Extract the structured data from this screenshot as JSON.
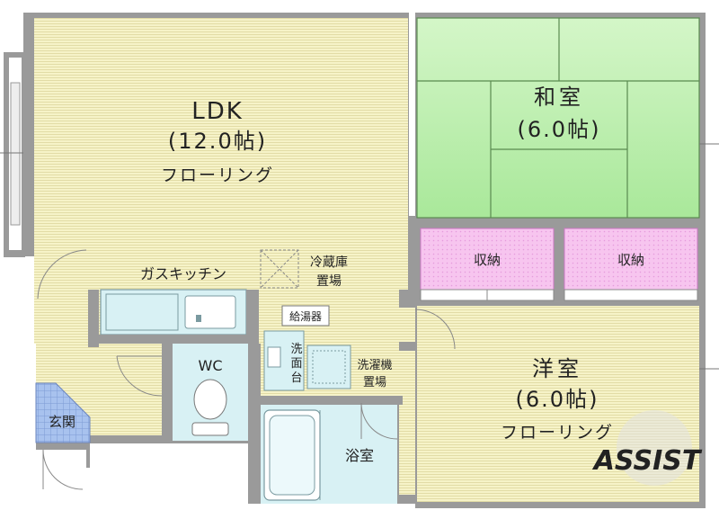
{
  "rooms": {
    "ldk": {
      "name": "LDK",
      "size": "(12.0帖)",
      "floor": "フローリング"
    },
    "washitsu": {
      "name": "和室",
      "size": "(6.0帖)"
    },
    "yoshitsu": {
      "name": "洋室",
      "size": "(6.0帖)",
      "floor": "フローリング"
    },
    "storage_left": "収納",
    "storage_right": "収納",
    "gas_kitchen": "ガスキッチン",
    "fridge_line1": "冷蔵庫",
    "fridge_line2": "置場",
    "water_heater": "給湯器",
    "washstand_1": "洗",
    "washstand_2": "面",
    "washstand_3": "台",
    "washer_line1": "洗濯機",
    "washer_line2": "置場",
    "wc": "WC",
    "genkan": "玄関",
    "bath": "浴室"
  },
  "watermark": "ASSIST",
  "colors": {
    "wood_floor": "#f6f3c8",
    "tatami": "#c5f1b8",
    "storage": "#f7c5ef",
    "wet_area": "#d8f1f4",
    "entrance": "#a8c2ee",
    "wall": "#8a8a8a"
  }
}
